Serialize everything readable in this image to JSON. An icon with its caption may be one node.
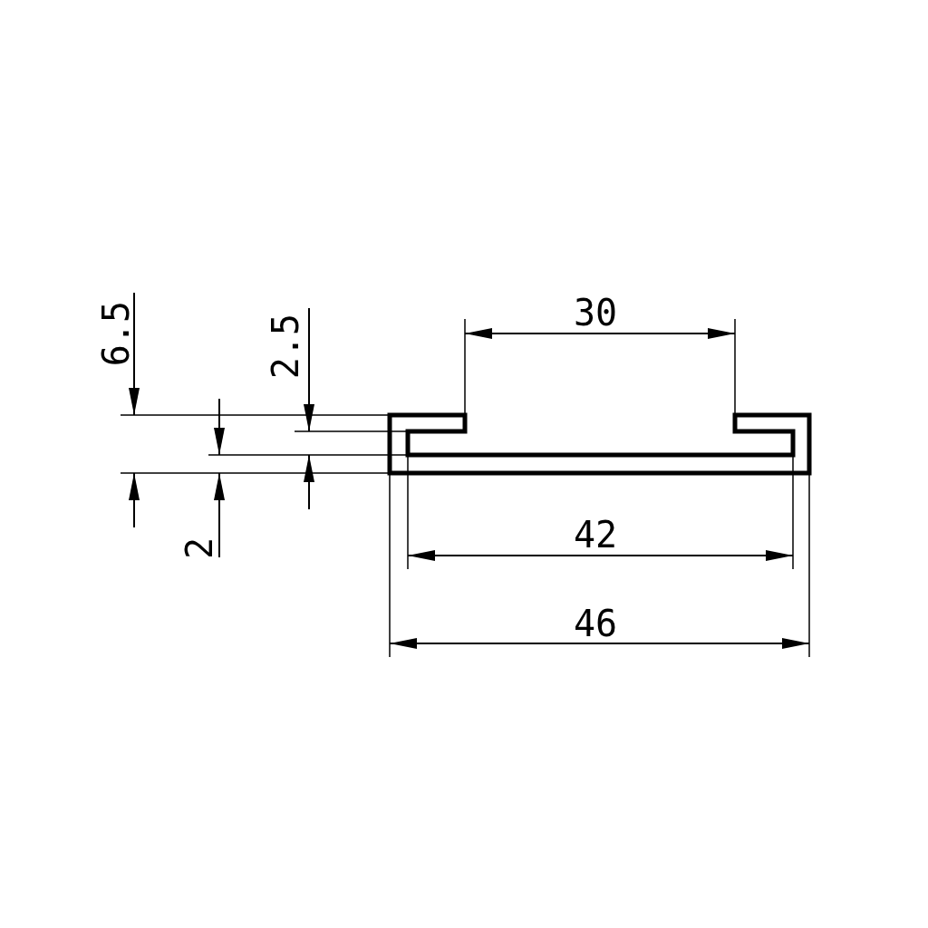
{
  "diagram": {
    "labels": [
      "30",
      "6.5",
      "2.5",
      "2",
      "42",
      "46"
    ]
  }
}
